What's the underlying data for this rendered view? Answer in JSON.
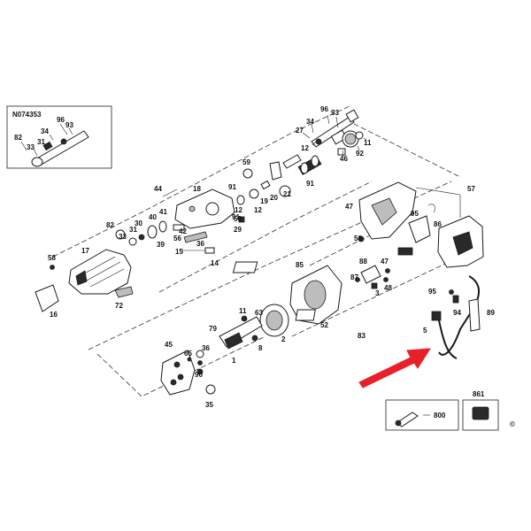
{
  "inset_ref": "N074353",
  "kit_labels": {
    "kit_800": "800",
    "kit_861": "861"
  },
  "copyright_symbol": "©",
  "arrow_color": "#e8202a",
  "ink_color": "#1a1a1a",
  "inset_parts": [
    "96",
    "93",
    "34",
    "31",
    "82",
    "33"
  ],
  "parts": [
    "96",
    "93",
    "34",
    "27",
    "12",
    "46",
    "92",
    "11",
    "59",
    "21",
    "20",
    "19",
    "12",
    "91",
    "91",
    "44",
    "18",
    "91",
    "12",
    "59",
    "29",
    "47",
    "95",
    "86",
    "57",
    "82",
    "30",
    "40",
    "41",
    "33",
    "31",
    "39",
    "42",
    "56",
    "15",
    "14",
    "50",
    "36",
    "85",
    "88",
    "47",
    "87",
    "48",
    "3",
    "58",
    "17",
    "72",
    "16",
    "95",
    "94",
    "89",
    "11",
    "63",
    "2",
    "52",
    "79",
    "1",
    "8",
    "5",
    "83",
    "45",
    "36",
    "65",
    "90",
    "35"
  ]
}
